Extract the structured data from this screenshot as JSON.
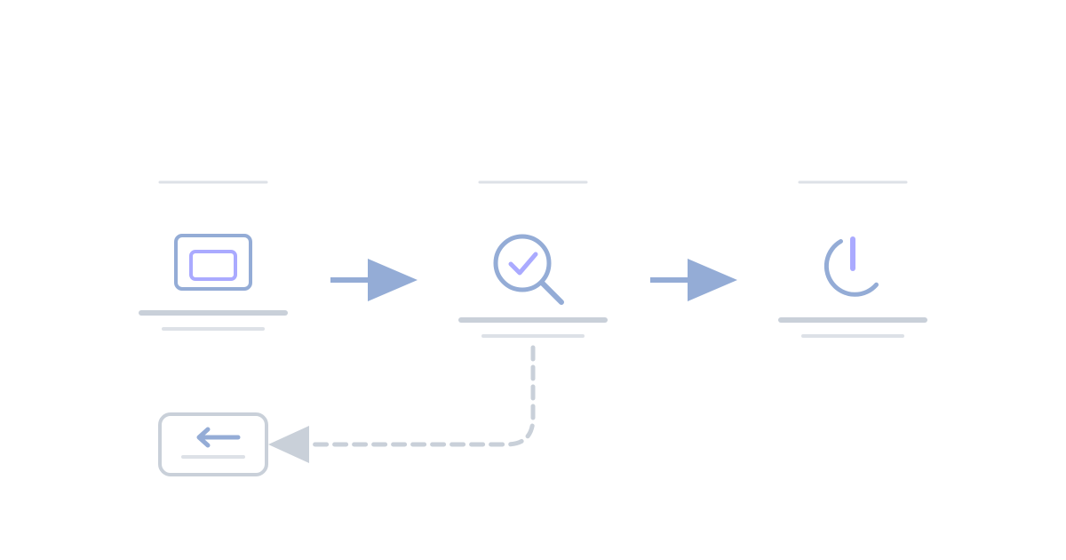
{
  "colors": {
    "background": "#ffffff",
    "icon_outline": "#94acd6",
    "icon_accent": "#aaaaff",
    "arrow": "#94acd6",
    "placeholder_bar_dark": "#c9d0d9",
    "placeholder_bar_light": "#dde1e7",
    "loop_connector": "#c9d0d9"
  },
  "steps": [
    {
      "id": "step-1",
      "icon": "screen-icon"
    },
    {
      "id": "step-2",
      "icon": "magnifier-check-icon"
    },
    {
      "id": "step-3",
      "icon": "power-icon"
    }
  ],
  "connectors": [
    {
      "from": "step-1",
      "to": "step-2",
      "style": "solid"
    },
    {
      "from": "step-2",
      "to": "step-3",
      "style": "solid"
    },
    {
      "from": "step-2",
      "to": "back-box",
      "style": "dashed"
    }
  ],
  "back_box": {
    "icon": "arrow-left-icon"
  }
}
